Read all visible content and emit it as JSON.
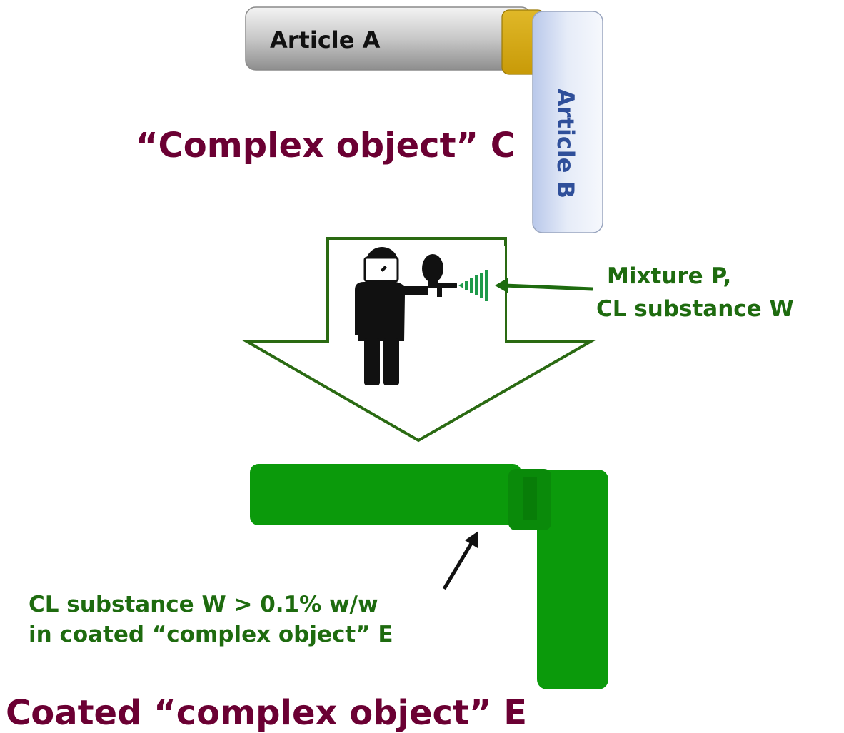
{
  "labels": {
    "article_a": "Article A",
    "article_b": "Article B",
    "complex_object_c": "“Complex object” C",
    "mixture_line1": "Mixture P,",
    "mixture_line2": "CL substance W",
    "threshold_line1": "CL substance W > 0.1% w/w",
    "threshold_line2": "in coated “complex object” E",
    "coated_object_e": "Coated “complex object” E"
  },
  "colors": {
    "title_maroon": "#6b0033",
    "annotation_green": "#1e6b0f",
    "coated_green": "#0b9a0b",
    "arrow_outline_green": "#2a6a12",
    "article_b_text": "#2f4f9a",
    "joint_gold": "#d4a90e"
  },
  "icons": {
    "worker": "spray-painter-icon",
    "spray_gun": "spray-gun-icon",
    "process_arrow": "down-arrow-icon"
  }
}
